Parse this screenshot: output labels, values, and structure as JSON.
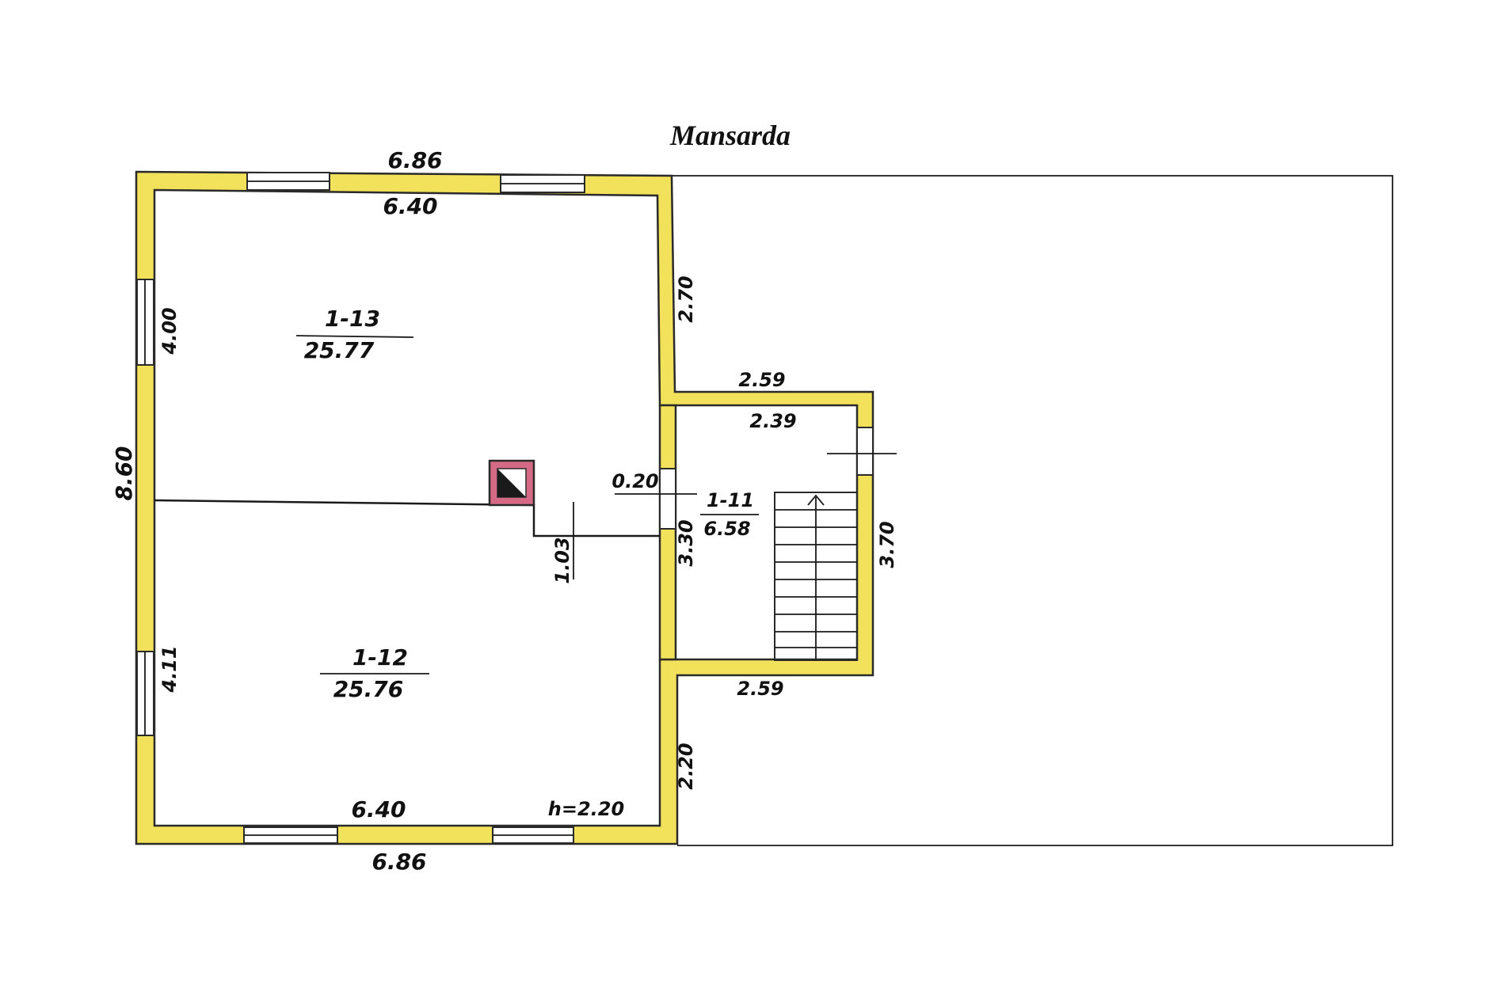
{
  "title": "Mansarda",
  "rooms": [
    {
      "id": "1-13",
      "area": "25.77"
    },
    {
      "id": "1-12",
      "area": "25.76"
    },
    {
      "id": "1-11",
      "area": "6.58"
    }
  ],
  "dimensions": {
    "top_outer": "6.86",
    "top_inner": "6.40",
    "bottom_inner": "6.40",
    "bottom_outer": "6.86",
    "left_outer": "8.60",
    "left_upper": "4.00",
    "left_lower": "4.11",
    "right_upper": "2.70",
    "right_lower": "2.20",
    "partition_right": "3.30",
    "wall_thickness": "0.20",
    "stair_top_outer": "2.59",
    "stair_top_inner": "2.39",
    "stair_bottom": "2.59",
    "stair_right": "3.70",
    "chimney_offset": "1.03",
    "height": "h=2.20"
  },
  "colors": {
    "wall": "#f2e15a",
    "chimney": "#d56a86",
    "line": "#1a1a1a"
  }
}
